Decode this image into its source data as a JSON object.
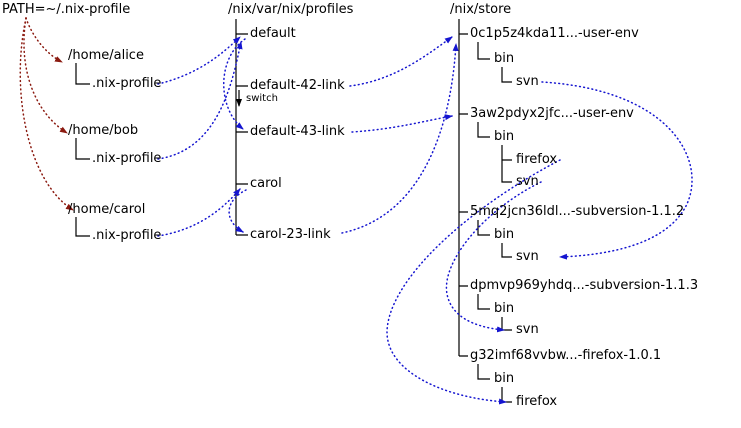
{
  "path_label": "PATH=~/.nix-profile",
  "homes": [
    {
      "dir": "/home/alice",
      "profile_link": ".nix-profile"
    },
    {
      "dir": "/home/bob",
      "profile_link": ".nix-profile"
    },
    {
      "dir": "/home/carol",
      "profile_link": ".nix-profile"
    }
  ],
  "profiles": {
    "header": "/nix/var/nix/profiles",
    "items": [
      {
        "label": "default"
      },
      {
        "label": "default-42-link"
      },
      {
        "label": "default-43-link"
      },
      {
        "label": "carol"
      },
      {
        "label": "carol-23-link"
      }
    ],
    "switch_label": "switch"
  },
  "store": {
    "header": "/nix/store",
    "entries": [
      {
        "name": "0c1p5z4kda11...-user-env",
        "bin_label": "bin",
        "binaries": [
          "svn"
        ]
      },
      {
        "name": "3aw2pdyx2jfc...-user-env",
        "bin_label": "bin",
        "binaries": [
          "firefox",
          "svn"
        ]
      },
      {
        "name": "5mq2jcn36ldl...-subversion-1.1.2",
        "bin_label": "bin",
        "binaries": [
          "svn"
        ]
      },
      {
        "name": "dpmvp969yhdq...-subversion-1.1.3",
        "bin_label": "bin",
        "binaries": [
          "svn"
        ]
      },
      {
        "name": "g32imf68vvbw...-firefox-1.0.1",
        "bin_label": "bin",
        "binaries": [
          "firefox"
        ]
      }
    ]
  },
  "colors": {
    "tree_line": "#000000",
    "symlink_arrow": "#1515d0",
    "path_arrow": "#8b1a10"
  }
}
